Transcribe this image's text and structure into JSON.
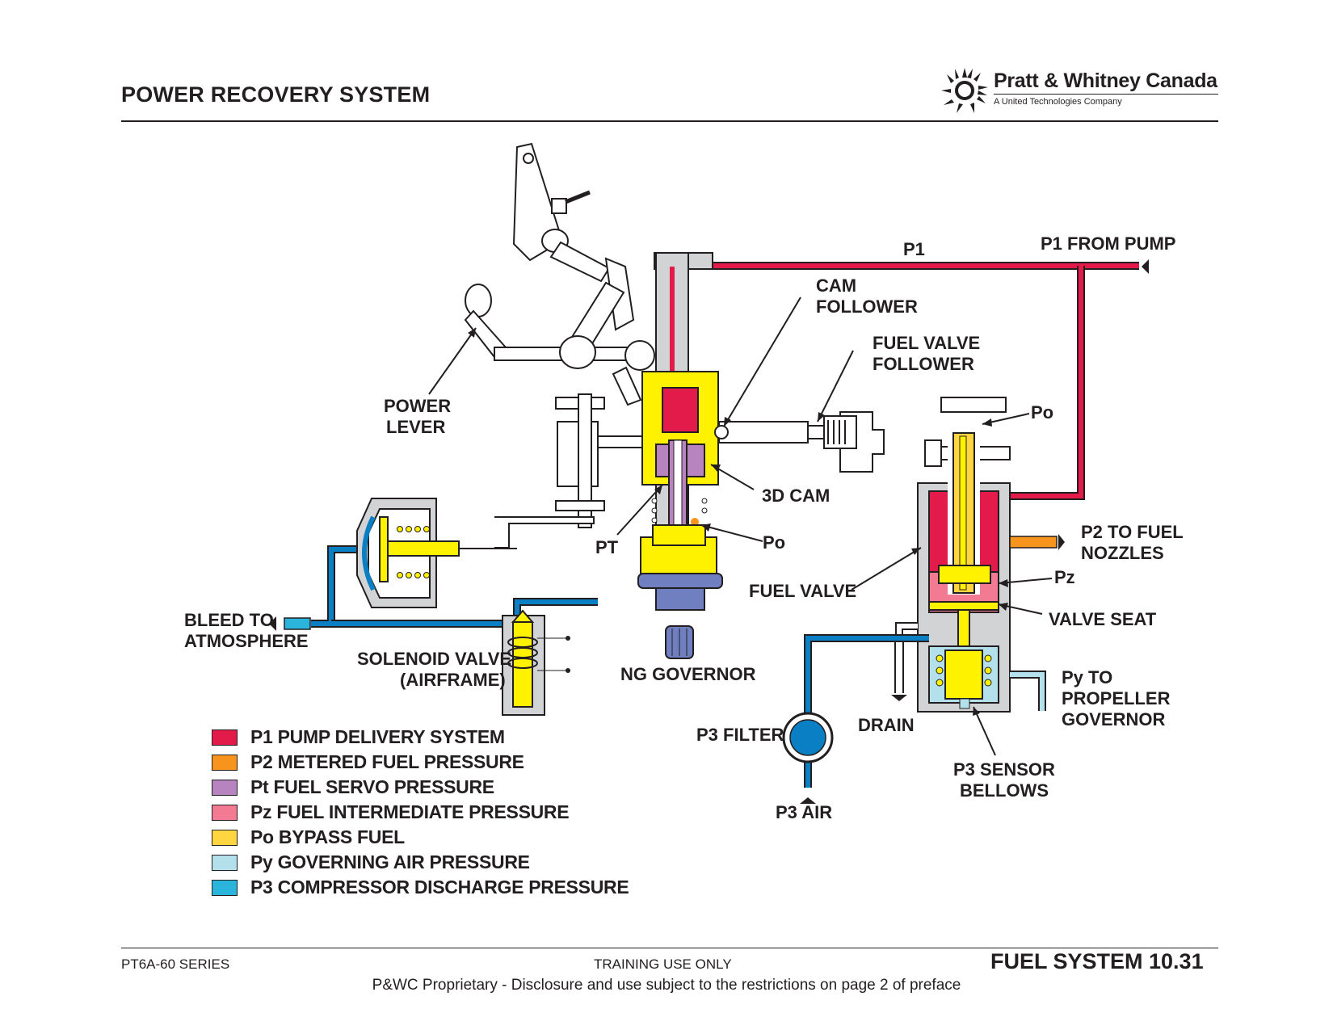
{
  "header": {
    "title": "POWER RECOVERY SYSTEM",
    "brand_name": "Pratt & Whitney Canada",
    "brand_sub": "A United Technologies Company"
  },
  "labels": {
    "p1": "P1",
    "p1_from_pump": "P1 FROM PUMP",
    "cam_follower_1": "CAM",
    "cam_follower_2": "FOLLOWER",
    "fuel_valve_follower_1": "FUEL VALVE",
    "fuel_valve_follower_2": "FOLLOWER",
    "po_top": "Po",
    "power_lever_1": "POWER",
    "power_lever_2": "LEVER",
    "cam_3d": "3D CAM",
    "pt": "PT",
    "po_mid": "Po",
    "p2_nozzles_1": "P2 TO FUEL",
    "p2_nozzles_2": "NOZZLES",
    "pz": "Pz",
    "fuel_valve": "FUEL VALVE",
    "valve_seat": "VALVE SEAT",
    "bleed_1": "BLEED TO",
    "bleed_2": "ATMOSPHERE",
    "solenoid_1": "SOLENOID VALVE",
    "solenoid_2": "(AIRFRAME)",
    "ng_governor": "NG GOVERNOR",
    "py_1": "Py  TO",
    "py_2": "PROPELLER",
    "py_3": "GOVERNOR",
    "p3_filter": "P3 FILTER",
    "drain": "DRAIN",
    "p3_sensor_1": "P3 SENSOR",
    "p3_sensor_2": "BELLOWS",
    "p3_air": "P3 AIR"
  },
  "legend": [
    {
      "label": "P1 PUMP DELIVERY SYSTEM",
      "color": "#e31b4b"
    },
    {
      "label": "P2 METERED FUEL PRESSURE",
      "color": "#f7941d"
    },
    {
      "label": "Pt FUEL SERVO PRESSURE",
      "color": "#b884c0"
    },
    {
      "label": "Pz FUEL INTERMEDIATE PRESSURE",
      "color": "#f27a92"
    },
    {
      "label": "Po BYPASS FUEL",
      "color": "#ffd540"
    },
    {
      "label": "Py GOVERNING AIR PRESSURE",
      "color": "#b3e0ea"
    },
    {
      "label": "P3  COMPRESSOR DISCHARGE PRESSURE",
      "color": "#2bb5dc"
    }
  ],
  "colors": {
    "p1": "#e31b4b",
    "p3_line": "#0a7fc4",
    "yellow": "#fff200",
    "grey": "#d1d3d4",
    "py": "#b3e0ea",
    "pz": "#f27a92",
    "pt": "#b884c0",
    "p2": "#f7941d",
    "governor": "#6f7fbf"
  },
  "footer": {
    "series": "PT6A-60 SERIES",
    "training": "TRAINING USE ONLY",
    "section": "FUEL SYSTEM 10.31",
    "proprietary": "P&WC Proprietary - Disclosure and use subject to the restrictions on page 2 of preface"
  }
}
